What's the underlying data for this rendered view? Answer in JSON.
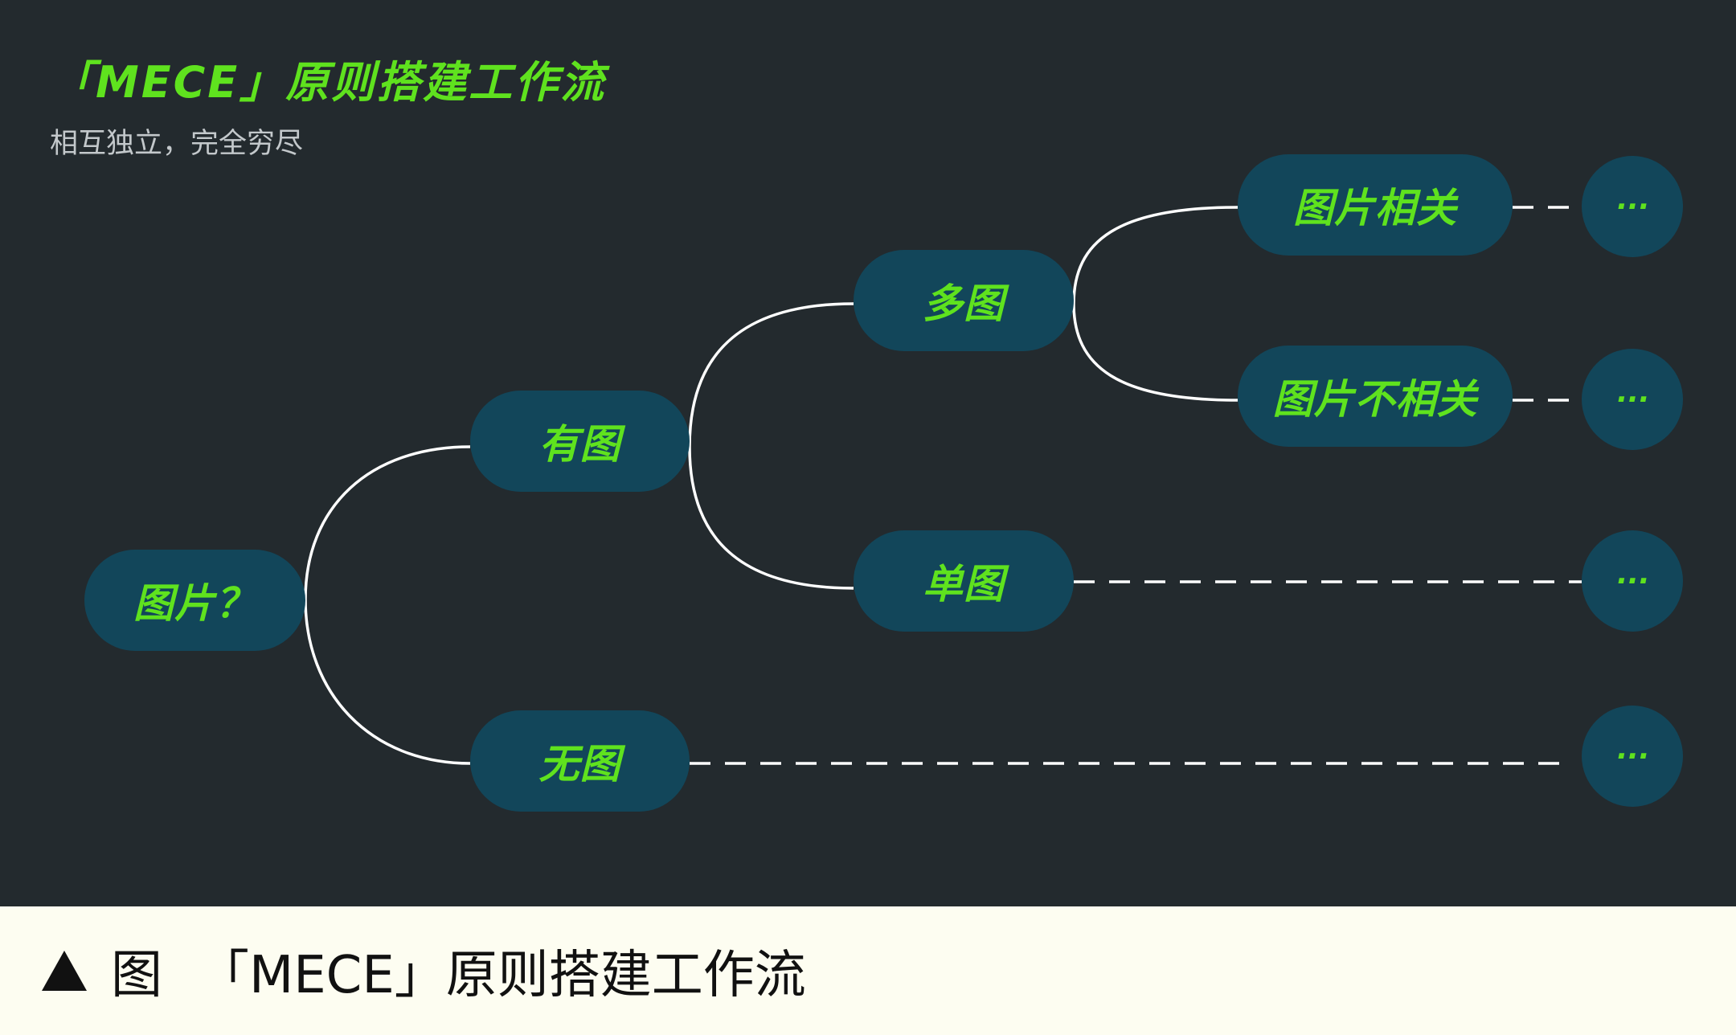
{
  "header": {
    "title": "「MECE」原则搭建工作流",
    "subtitle": "相互独立，完全穷尽"
  },
  "nodes": {
    "root": "图片？",
    "has_image": "有图",
    "no_image": "无图",
    "multi_image": "多图",
    "single_image": "单图",
    "related": "图片相关",
    "unrelated": "图片不相关",
    "more": "···"
  },
  "caption": {
    "label": "图",
    "text": "「MECE」原则搭建工作流"
  },
  "colors": {
    "background": "#232a2e",
    "node_fill": "#12465a",
    "accent_green": "#5fe21e",
    "line": "#ffffff",
    "caption_bg": "#fdfdf1"
  }
}
